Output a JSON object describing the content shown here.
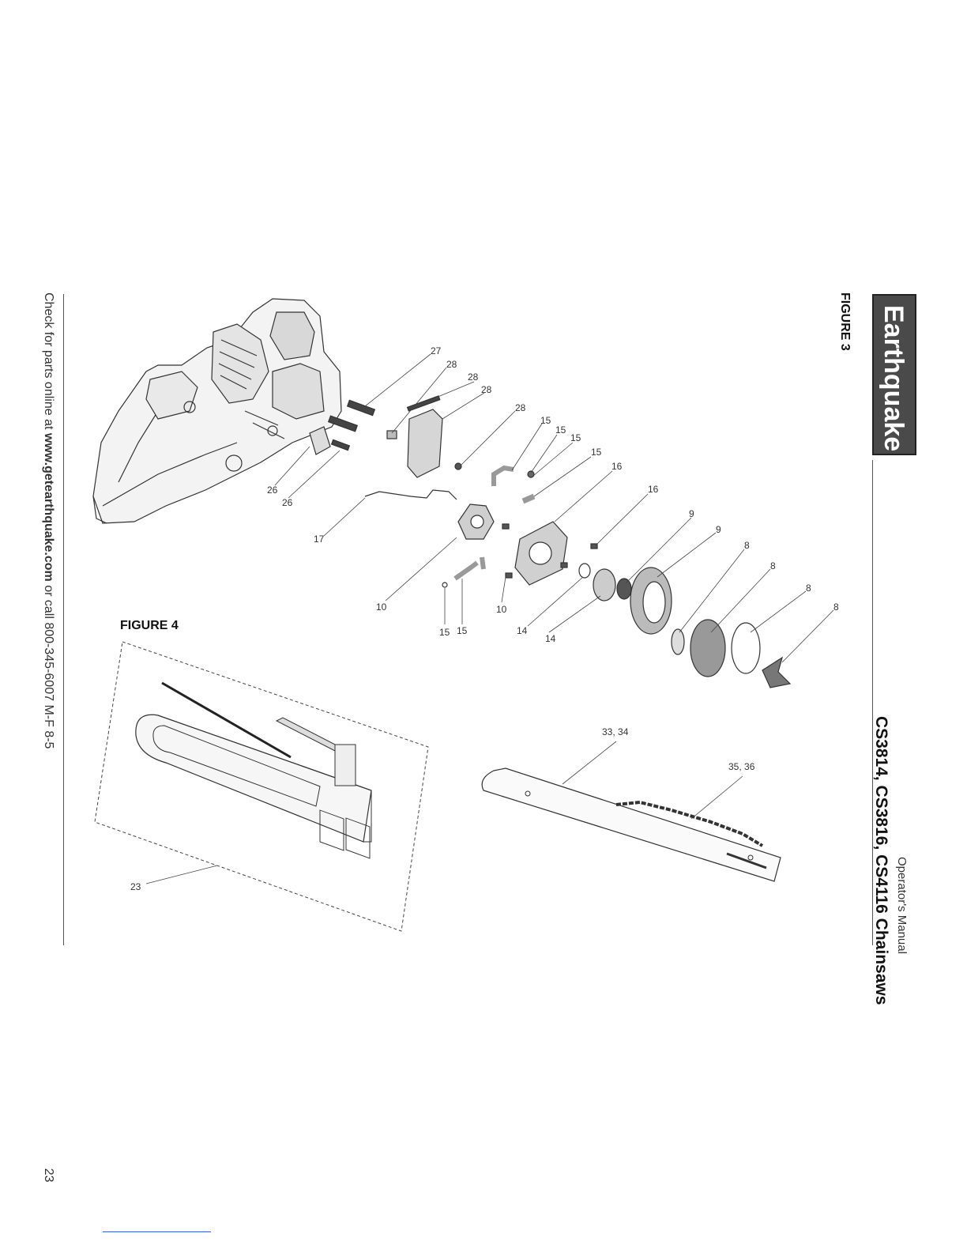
{
  "header": {
    "brand": "Earthquake",
    "manual_label": "Operator's Manual",
    "models": "CS3814, CS3816, CS4116 Chainsaws"
  },
  "figures": {
    "figure3_title": "FIGURE 3",
    "figure4_title": "FIGURE 4"
  },
  "footer": {
    "text_prefix": "Check for parts online at ",
    "url": "www.getearthquake.com",
    "text_suffix": " or call 800-345-6007 M-F 8-5",
    "page_number": "23"
  },
  "callouts": {
    "c27": "27",
    "c28a": "28",
    "c28b": "28",
    "c28c": "28",
    "c28d": "28",
    "c15a": "15",
    "c15b": "15",
    "c15c": "15",
    "c15d": "15",
    "c15e": "15",
    "c15f": "15",
    "c16a": "16",
    "c16b": "16",
    "c9a": "9",
    "c9b": "9",
    "c8a": "8",
    "c8b": "8",
    "c8c": "8",
    "c8d": "8",
    "c26a": "26",
    "c26b": "26",
    "c17": "17",
    "c10a": "10",
    "c10b": "10",
    "c14a": "14",
    "c14b": "14",
    "c23": "23",
    "c3334": "33, 34",
    "c3536": "35, 36"
  }
}
